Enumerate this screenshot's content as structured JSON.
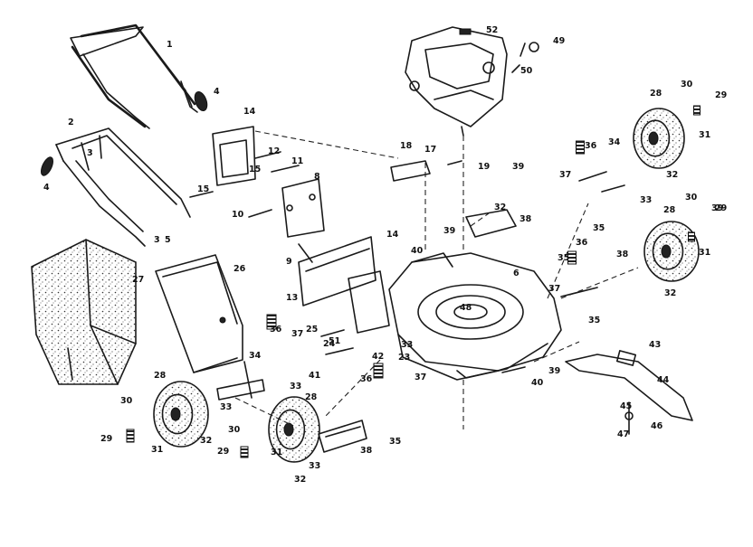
{
  "diagram": {
    "type": "exploded-parts-diagram",
    "callouts": [
      {
        "id": "c1",
        "text": "1"
      },
      {
        "id": "c2",
        "text": "2"
      },
      {
        "id": "c3a",
        "text": "3"
      },
      {
        "id": "c3b",
        "text": "3"
      },
      {
        "id": "c4a",
        "text": "4"
      },
      {
        "id": "c4b",
        "text": "4"
      },
      {
        "id": "c5",
        "text": "5"
      },
      {
        "id": "c6",
        "text": "6"
      },
      {
        "id": "c8",
        "text": "8"
      },
      {
        "id": "c9",
        "text": "9"
      },
      {
        "id": "c10",
        "text": "10"
      },
      {
        "id": "c11",
        "text": "11"
      },
      {
        "id": "c12",
        "text": "12"
      },
      {
        "id": "c13",
        "text": "13"
      },
      {
        "id": "c14a",
        "text": "14"
      },
      {
        "id": "c14b",
        "text": "14"
      },
      {
        "id": "c15a",
        "text": "15"
      },
      {
        "id": "c15b",
        "text": "15"
      },
      {
        "id": "c17",
        "text": "17"
      },
      {
        "id": "c18",
        "text": "18"
      },
      {
        "id": "c19",
        "text": "19"
      },
      {
        "id": "c23",
        "text": "23"
      },
      {
        "id": "c24",
        "text": "24"
      },
      {
        "id": "c25",
        "text": "25"
      },
      {
        "id": "c26",
        "text": "26"
      },
      {
        "id": "c27",
        "text": "27"
      },
      {
        "id": "c28a",
        "text": "28"
      },
      {
        "id": "c28b",
        "text": "28"
      },
      {
        "id": "c28c",
        "text": "28"
      },
      {
        "id": "c28d",
        "text": "28"
      },
      {
        "id": "c29a",
        "text": "29"
      },
      {
        "id": "c29b",
        "text": "29"
      },
      {
        "id": "c29c",
        "text": "29"
      },
      {
        "id": "c29d",
        "text": "29"
      },
      {
        "id": "c30a",
        "text": "30"
      },
      {
        "id": "c30b",
        "text": "30"
      },
      {
        "id": "c30c",
        "text": "30"
      },
      {
        "id": "c30d",
        "text": "30"
      },
      {
        "id": "c31a",
        "text": "31"
      },
      {
        "id": "c31b",
        "text": "31"
      },
      {
        "id": "c31c",
        "text": "31"
      },
      {
        "id": "c31d",
        "text": "31"
      },
      {
        "id": "c32a",
        "text": "32"
      },
      {
        "id": "c32b",
        "text": "32"
      },
      {
        "id": "c32c",
        "text": "32"
      },
      {
        "id": "c32d",
        "text": "32"
      },
      {
        "id": "c32e",
        "text": "32"
      },
      {
        "id": "c33a",
        "text": "33"
      },
      {
        "id": "c33b",
        "text": "33"
      },
      {
        "id": "c33c",
        "text": "33"
      },
      {
        "id": "c33d",
        "text": "33"
      },
      {
        "id": "c33e",
        "text": "33"
      },
      {
        "id": "c34a",
        "text": "34"
      },
      {
        "id": "c34b",
        "text": "34"
      },
      {
        "id": "c35a",
        "text": "35"
      },
      {
        "id": "c35b",
        "text": "35"
      },
      {
        "id": "c35c",
        "text": "35"
      },
      {
        "id": "c35d",
        "text": "35"
      },
      {
        "id": "c36a",
        "text": "36"
      },
      {
        "id": "c36b",
        "text": "36"
      },
      {
        "id": "c36c",
        "text": "36"
      },
      {
        "id": "c36d",
        "text": "36"
      },
      {
        "id": "c37a",
        "text": "37"
      },
      {
        "id": "c37b",
        "text": "37"
      },
      {
        "id": "c37c",
        "text": "37"
      },
      {
        "id": "c37d",
        "text": "37"
      },
      {
        "id": "c38a",
        "text": "38"
      },
      {
        "id": "c38b",
        "text": "38"
      },
      {
        "id": "c38c",
        "text": "38"
      },
      {
        "id": "c39a",
        "text": "39"
      },
      {
        "id": "c39b",
        "text": "39"
      },
      {
        "id": "c39c",
        "text": "39"
      },
      {
        "id": "c39d",
        "text": "39"
      },
      {
        "id": "c40a",
        "text": "40"
      },
      {
        "id": "c40b",
        "text": "40"
      },
      {
        "id": "c41",
        "text": "41"
      },
      {
        "id": "c42",
        "text": "42"
      },
      {
        "id": "c43",
        "text": "43"
      },
      {
        "id": "c44",
        "text": "44"
      },
      {
        "id": "c45",
        "text": "45"
      },
      {
        "id": "c46",
        "text": "46"
      },
      {
        "id": "c47",
        "text": "47"
      },
      {
        "id": "c48",
        "text": "48"
      },
      {
        "id": "c49",
        "text": "49"
      },
      {
        "id": "c50",
        "text": "50"
      },
      {
        "id": "c51",
        "text": "51"
      },
      {
        "id": "c52",
        "text": "52"
      }
    ]
  }
}
